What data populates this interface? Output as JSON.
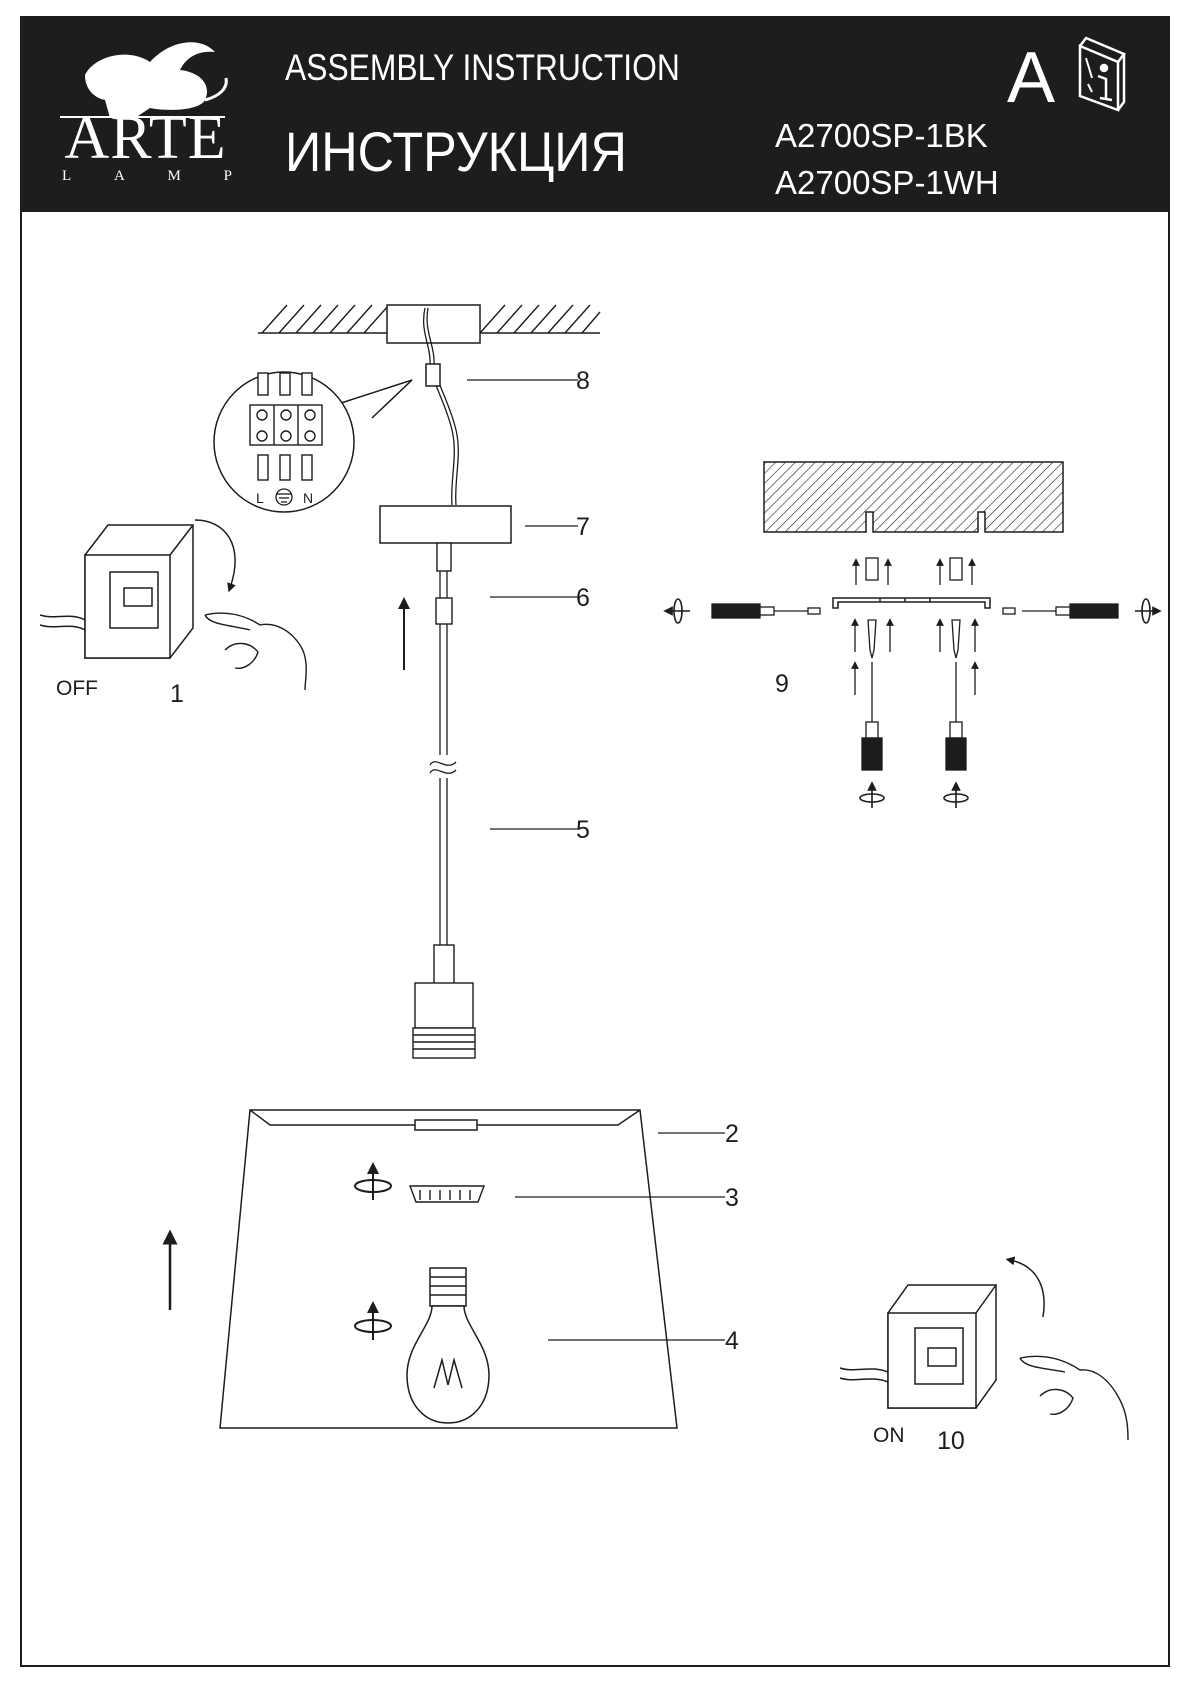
{
  "header": {
    "brand": {
      "word": "ARTE",
      "sub": "LAMP"
    },
    "title_en": "ASSEMBLY  INSTRUCTION",
    "title_ru": "ИНСТРУКЦИЯ",
    "section_letter": "A",
    "models": [
      "A2700SP-1BK",
      "A2700SP-1WH"
    ],
    "info_icon": "info-booklet-icon"
  },
  "callouts": [
    "1",
    "2",
    "3",
    "4",
    "5",
    "6",
    "7",
    "8",
    "9",
    "10"
  ],
  "switch_off_label": "OFF",
  "switch_on_label": "ON",
  "terminal_labels": [
    "L",
    "N"
  ],
  "colors": {
    "ink": "#1d1d1b",
    "paper": "#ffffff"
  }
}
